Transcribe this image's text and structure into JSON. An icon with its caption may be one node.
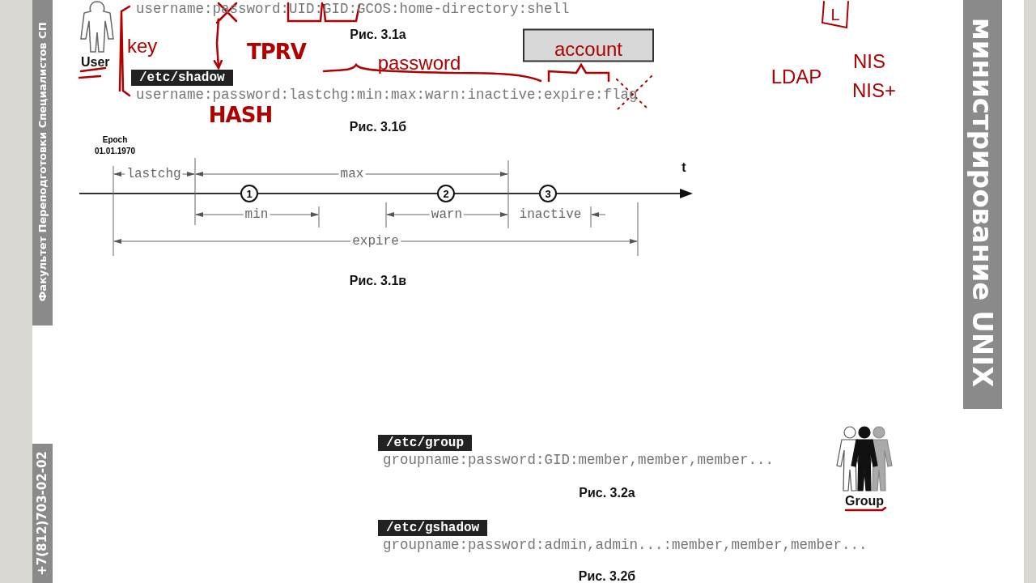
{
  "diagram": {
    "nodes": [
      {
        "text": [
          "username:password:UID:GID:GCOS:home-directory:shell"
        ]
      },
      {
        "text": [
          "account"
        ]
      },
      {
        "text": [
          "L"
        ]
      },
      {
        "text": [
          "/etc/shadow"
        ]
      },
      {
        "text": [
          "1"
        ]
      },
      {
        "text": [
          "2"
        ]
      },
      {
        "text": [
          "3"
        ]
      },
      {
        "text": [
          "/etc/group"
        ]
      },
      {
        "text": [
          "/etc/gshadow"
        ]
      }
    ],
    "edges": [
      {
        "from": 0,
        "to": 3,
        "arrow": "to",
        "color": "#b00000"
      }
    ],
    "labels": [
      "key",
      "User",
      "TPRV",
      "Рис. 3.1а",
      "password",
      "LDAP",
      "NIS",
      "NIS+",
      "username:password:lastchg:min:max:warn:inactive:expire:flag",
      "HASH",
      "Рис. 3.1б",
      "Epoch 01.01.1970",
      "lastchg",
      "max",
      "t",
      "min",
      "warn",
      "inactive",
      "expire",
      "Рис. 3.1в",
      "groupname:password:GID:member,member,member...",
      "Рис. 3.2а",
      "Group",
      "groupname:password:admin,admin...:member,member,member...",
      "Рис. 3.2б",
      "Факультет Переподготовки Специалистов СП",
      "+7(812)703-02-02",
      "министрирование UNIX"
    ]
  }
}
